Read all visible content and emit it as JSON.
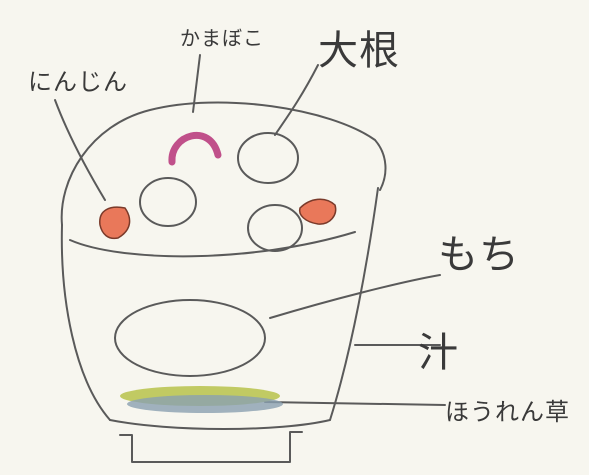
{
  "labels": {
    "ninjin": "にんじん",
    "kamaboko": "かまぼこ",
    "daikon": "大根",
    "mochi": "もち",
    "shiru": "汁",
    "hourensou": "ほうれん草"
  },
  "colors": {
    "paper": "#f7f6ef",
    "pencil": "#5a5a5a",
    "carrot": "#e9785a",
    "kamaboko_pink": "#c0508a",
    "spinach_green": "#b7c24a",
    "spinach_blue": "#8aa0b0"
  }
}
